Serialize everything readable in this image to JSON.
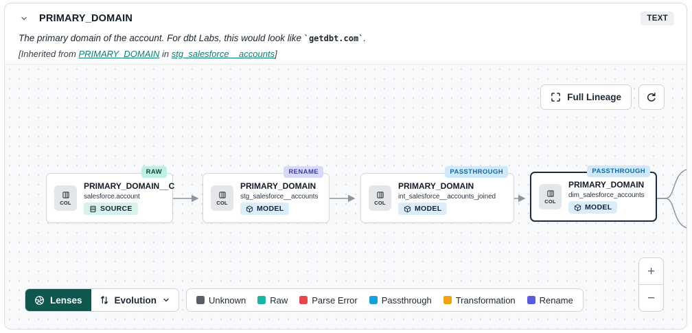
{
  "header": {
    "title": "PRIMARY_DOMAIN",
    "type_badge": "TEXT",
    "description_prefix": "The primary domain of the account. For dbt Labs, this would look like ",
    "description_code": "`getdbt.com`",
    "description_suffix": ".",
    "inherited_prefix": "[Inherited from ",
    "inherited_link1": "PRIMARY_DOMAIN",
    "inherited_mid": " in ",
    "inherited_link2": "stg_salesforce__accounts",
    "inherited_suffix": "]"
  },
  "canvas": {
    "full_lineage_label": "Full Lineage",
    "nodes": [
      {
        "badge": "RAW",
        "title": "PRIMARY_DOMAIN__C",
        "subtitle": "salesforce.account",
        "type": "SOURCE",
        "col_label": "COL"
      },
      {
        "badge": "RENAME",
        "title": "PRIMARY_DOMAIN",
        "subtitle": "stg_salesforce__accounts",
        "type": "MODEL",
        "col_label": "COL"
      },
      {
        "badge": "PASSTHROUGH",
        "title": "PRIMARY_DOMAIN",
        "subtitle": "int_salesforce__accounts_joined",
        "type": "MODEL",
        "col_label": "COL"
      },
      {
        "badge": "PASSTHROUGH",
        "title": "PRIMARY_DOMAIN",
        "subtitle": "dim_salesforce_accounts",
        "type": "MODEL",
        "col_label": "COL"
      }
    ]
  },
  "toolbar": {
    "lenses_label": "Lenses",
    "lens_selected": "Evolution"
  },
  "legend": {
    "items": [
      {
        "label": "Unknown",
        "color": "#5a5f66"
      },
      {
        "label": "Raw",
        "color": "#18b5a2"
      },
      {
        "label": "Parse Error",
        "color": "#e2484d"
      },
      {
        "label": "Passthrough",
        "color": "#16a2d7"
      },
      {
        "label": "Transformation",
        "color": "#f0a30f"
      },
      {
        "label": "Rename",
        "color": "#5b5be0"
      }
    ]
  },
  "zoom_controls": {
    "zoom_in": "+",
    "zoom_out": "−"
  },
  "colors": {
    "card_border": "#d9dce1",
    "canvas_dot": "#d8dbe0",
    "edge": "#8d949e",
    "link": "#0c7d6f",
    "lenses_bg": "#0e564e",
    "btn_border": "#cfd3d8",
    "node_border": "#d3d7dc",
    "selected_border": "#1c2b3a",
    "text_badge_bg": "#edeff2",
    "badge_raw_bg": "#bdf0e0",
    "badge_raw_text": "#0b4a3f",
    "badge_rename_bg": "#d8d9f8",
    "badge_rename_text": "#3b3ea6",
    "badge_passthrough_bg": "#cfe9fa",
    "badge_passthrough_text": "#0f6ca3",
    "type_source_bg": "#d7f2ea",
    "type_model_bg": "#dcedfa"
  }
}
